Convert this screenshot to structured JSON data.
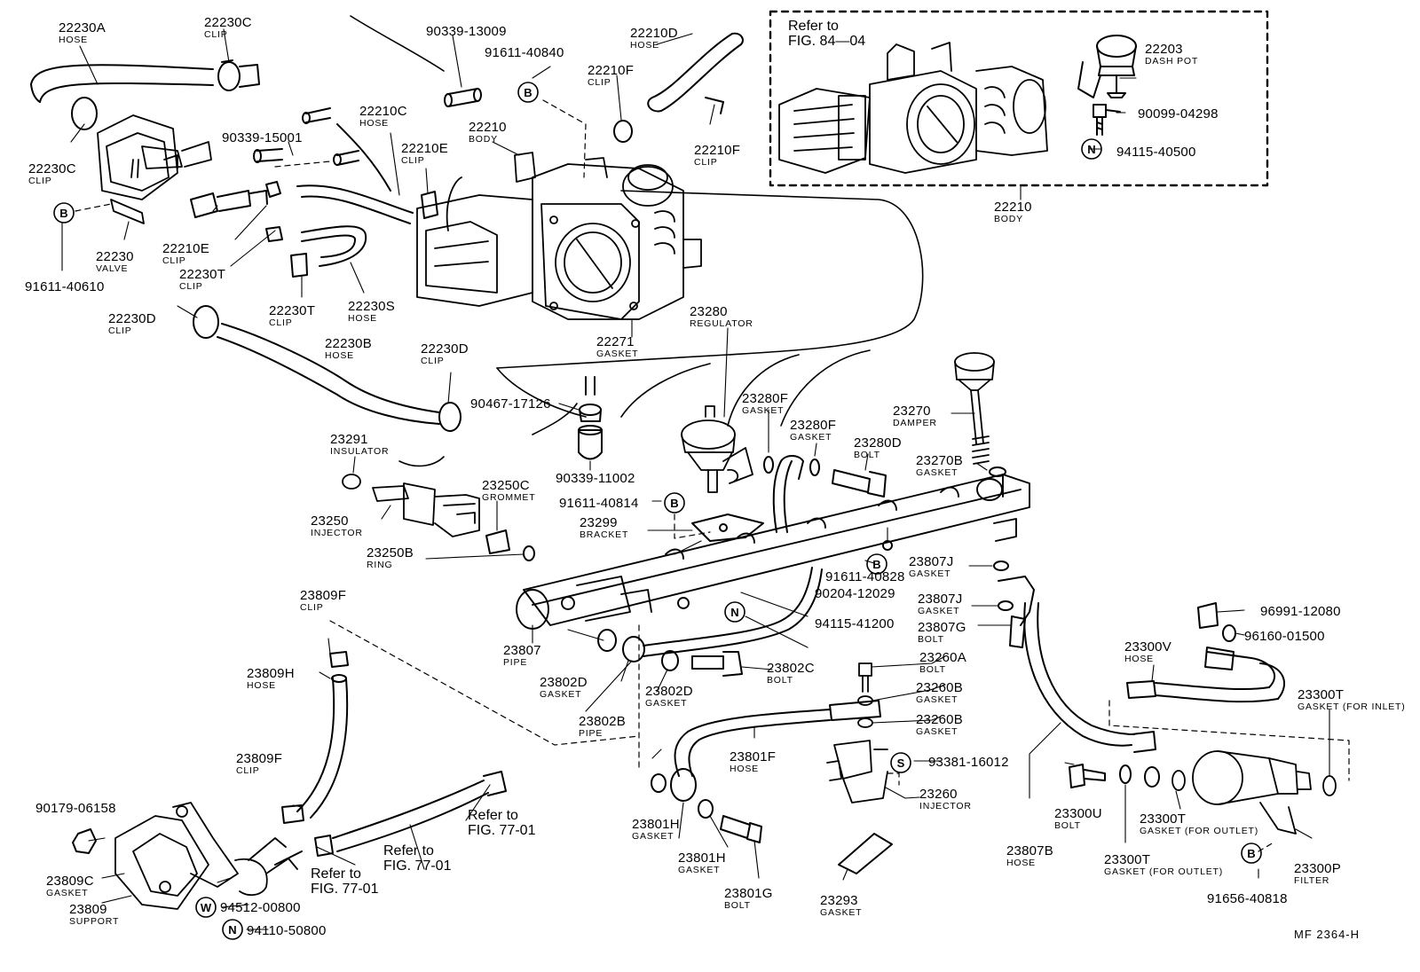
{
  "diagram_code": "MF 2364-H",
  "inset_reference": [
    "Refer to",
    "FIG. 84—04"
  ],
  "refer_label": [
    "Refer to",
    "FIG. 77-01"
  ],
  "marker_letters": {
    "b": "B",
    "n": "N",
    "s": "S",
    "w": "W"
  },
  "parts": [
    {
      "id": "p22230A",
      "number": "22230A",
      "name": "HOSE"
    },
    {
      "id": "p22230C1",
      "number": "22230C",
      "name": "CLIP"
    },
    {
      "id": "p22230C2",
      "number": "22230C",
      "name": "CLIP"
    },
    {
      "id": "p90339-13009",
      "number": "90339-13009",
      "name": ""
    },
    {
      "id": "p91611-40840",
      "number": "91611-40840",
      "name": ""
    },
    {
      "id": "p22210D",
      "number": "22210D",
      "name": "HOSE"
    },
    {
      "id": "p22210F1",
      "number": "22210F",
      "name": "CLIP"
    },
    {
      "id": "p22210F2",
      "number": "22210F",
      "name": "CLIP"
    },
    {
      "id": "p22210C",
      "number": "22210C",
      "name": "HOSE"
    },
    {
      "id": "p22210",
      "number": "22210",
      "name": "BODY"
    },
    {
      "id": "p90339-15001",
      "number": "90339-15001",
      "name": ""
    },
    {
      "id": "p22210E1",
      "number": "22210E",
      "name": "CLIP"
    },
    {
      "id": "p22210E2",
      "number": "22210E",
      "name": "CLIP"
    },
    {
      "id": "p22230",
      "number": "22230",
      "name": "VALVE"
    },
    {
      "id": "p91611-40610",
      "number": "91611-40610",
      "name": ""
    },
    {
      "id": "p22230T1",
      "number": "22230T",
      "name": "CLIP"
    },
    {
      "id": "p22230T2",
      "number": "22230T",
      "name": "CLIP"
    },
    {
      "id": "p22230S",
      "number": "22230S",
      "name": "HOSE"
    },
    {
      "id": "p22230D1",
      "number": "22230D",
      "name": "CLIP"
    },
    {
      "id": "p22230B",
      "number": "22230B",
      "name": "HOSE"
    },
    {
      "id": "p22230D2",
      "number": "22230D",
      "name": "CLIP"
    },
    {
      "id": "p22271",
      "number": "22271",
      "name": "GASKET"
    },
    {
      "id": "p22203",
      "number": "22203",
      "name": "DASH POT"
    },
    {
      "id": "p90099-04298",
      "number": "90099-04298",
      "name": ""
    },
    {
      "id": "p94115-40500",
      "number": "94115-40500",
      "name": ""
    },
    {
      "id": "p22210b",
      "number": "22210",
      "name": "BODY"
    },
    {
      "id": "p23280",
      "number": "23280",
      "name": "REGULATOR"
    },
    {
      "id": "p23280F1",
      "number": "23280F",
      "name": "GASKET"
    },
    {
      "id": "p23280F2",
      "number": "23280F",
      "name": "GASKET"
    },
    {
      "id": "p23280D",
      "number": "23280D",
      "name": "BOLT"
    },
    {
      "id": "p23270",
      "number": "23270",
      "name": "DAMPER"
    },
    {
      "id": "p23270B",
      "number": "23270B",
      "name": "GASKET"
    },
    {
      "id": "p90467-17126",
      "number": "90467-17126",
      "name": ""
    },
    {
      "id": "p90339-11002",
      "number": "90339-11002",
      "name": ""
    },
    {
      "id": "p23291",
      "number": "23291",
      "name": "INSULATOR"
    },
    {
      "id": "p23250C",
      "number": "23250C",
      "name": "GROMMET"
    },
    {
      "id": "p23250",
      "number": "23250",
      "name": "INJECTOR"
    },
    {
      "id": "p23250B",
      "number": "23250B",
      "name": "RING"
    },
    {
      "id": "p91611-40814",
      "number": "91611-40814",
      "name": ""
    },
    {
      "id": "p23299",
      "number": "23299",
      "name": "BRACKET"
    },
    {
      "id": "p23807J1",
      "number": "23807J",
      "name": "GASKET"
    },
    {
      "id": "p91611-40828",
      "number": "91611-40828",
      "name": ""
    },
    {
      "id": "p23807J2",
      "number": "23807J",
      "name": "GASKET"
    },
    {
      "id": "p23807G",
      "number": "23807G",
      "name": "BOLT"
    },
    {
      "id": "p90204-12029",
      "number": "90204-12029",
      "name": ""
    },
    {
      "id": "p94115-41200",
      "number": "94115-41200",
      "name": ""
    },
    {
      "id": "p96991-12080",
      "number": "96991-12080",
      "name": ""
    },
    {
      "id": "p96160-01500",
      "number": "96160-01500",
      "name": ""
    },
    {
      "id": "p23300V",
      "number": "23300V",
      "name": "HOSE"
    },
    {
      "id": "p23300T1",
      "number": "23300T",
      "name": "GASKET (FOR INLET)"
    },
    {
      "id": "p23809F1",
      "number": "23809F",
      "name": "CLIP"
    },
    {
      "id": "p23809H",
      "number": "23809H",
      "name": "HOSE"
    },
    {
      "id": "p23807",
      "number": "23807",
      "name": "PIPE"
    },
    {
      "id": "p23802D1",
      "number": "23802D",
      "name": "GASKET"
    },
    {
      "id": "p23802D2",
      "number": "23802D",
      "name": "GASKET"
    },
    {
      "id": "p23802B",
      "number": "23802B",
      "name": "PIPE"
    },
    {
      "id": "p23802C",
      "number": "23802C",
      "name": "BOLT"
    },
    {
      "id": "p23260A",
      "number": "23260A",
      "name": "BOLT"
    },
    {
      "id": "p23260B1",
      "number": "23260B",
      "name": "GASKET"
    },
    {
      "id": "p23260B2",
      "number": "23260B",
      "name": "GASKET"
    },
    {
      "id": "p23801F",
      "number": "23801F",
      "name": "HOSE"
    },
    {
      "id": "p93381-16012",
      "number": "93381-16012",
      "name": ""
    },
    {
      "id": "p23260",
      "number": "23260",
      "name": "INJECTOR"
    },
    {
      "id": "p23809F2",
      "number": "23809F",
      "name": "CLIP"
    },
    {
      "id": "p90179-06158",
      "number": "90179-06158",
      "name": ""
    },
    {
      "id": "p23809C",
      "number": "23809C",
      "name": "GASKET"
    },
    {
      "id": "p23809",
      "number": "23809",
      "name": "SUPPORT"
    },
    {
      "id": "p94512-00800",
      "number": "94512-00800",
      "name": ""
    },
    {
      "id": "p94110-50800",
      "number": "94110-50800",
      "name": ""
    },
    {
      "id": "p23801H1",
      "number": "23801H",
      "name": "GASKET"
    },
    {
      "id": "p23801H2",
      "number": "23801H",
      "name": "GASKET"
    },
    {
      "id": "p23801G",
      "number": "23801G",
      "name": "BOLT"
    },
    {
      "id": "p23293",
      "number": "23293",
      "name": "GASKET"
    },
    {
      "id": "p23807B",
      "number": "23807B",
      "name": "HOSE"
    },
    {
      "id": "p23300U",
      "number": "23300U",
      "name": "BOLT"
    },
    {
      "id": "p23300T2",
      "number": "23300T",
      "name": "GASKET (FOR OUTLET)"
    },
    {
      "id": "p23300T3",
      "number": "23300T",
      "name": "GASKET (FOR OUTLET)"
    },
    {
      "id": "p23300P",
      "number": "23300P",
      "name": "FILTER"
    },
    {
      "id": "p91656-40818",
      "number": "91656-40818",
      "name": ""
    }
  ]
}
